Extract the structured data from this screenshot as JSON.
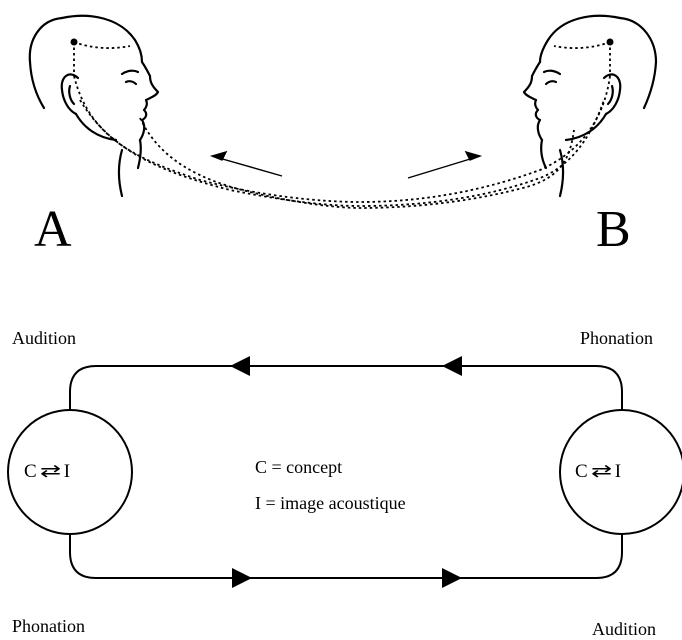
{
  "figure": {
    "speakers": {
      "a_label": "A",
      "b_label": "B"
    },
    "circuit": {
      "top_left_label": "Audition",
      "top_right_label": "Phonation",
      "bottom_left_label": "Phonation",
      "bottom_right_label": "Audition",
      "left_node": {
        "c": "C",
        "i": "I",
        "arrow_glyph": "⇄"
      },
      "right_node": {
        "c": "C",
        "i": "I",
        "arrow_glyph": "⇄"
      },
      "legend": {
        "concept_line": "C = concept",
        "image_line": "I = image acoustique"
      }
    }
  }
}
